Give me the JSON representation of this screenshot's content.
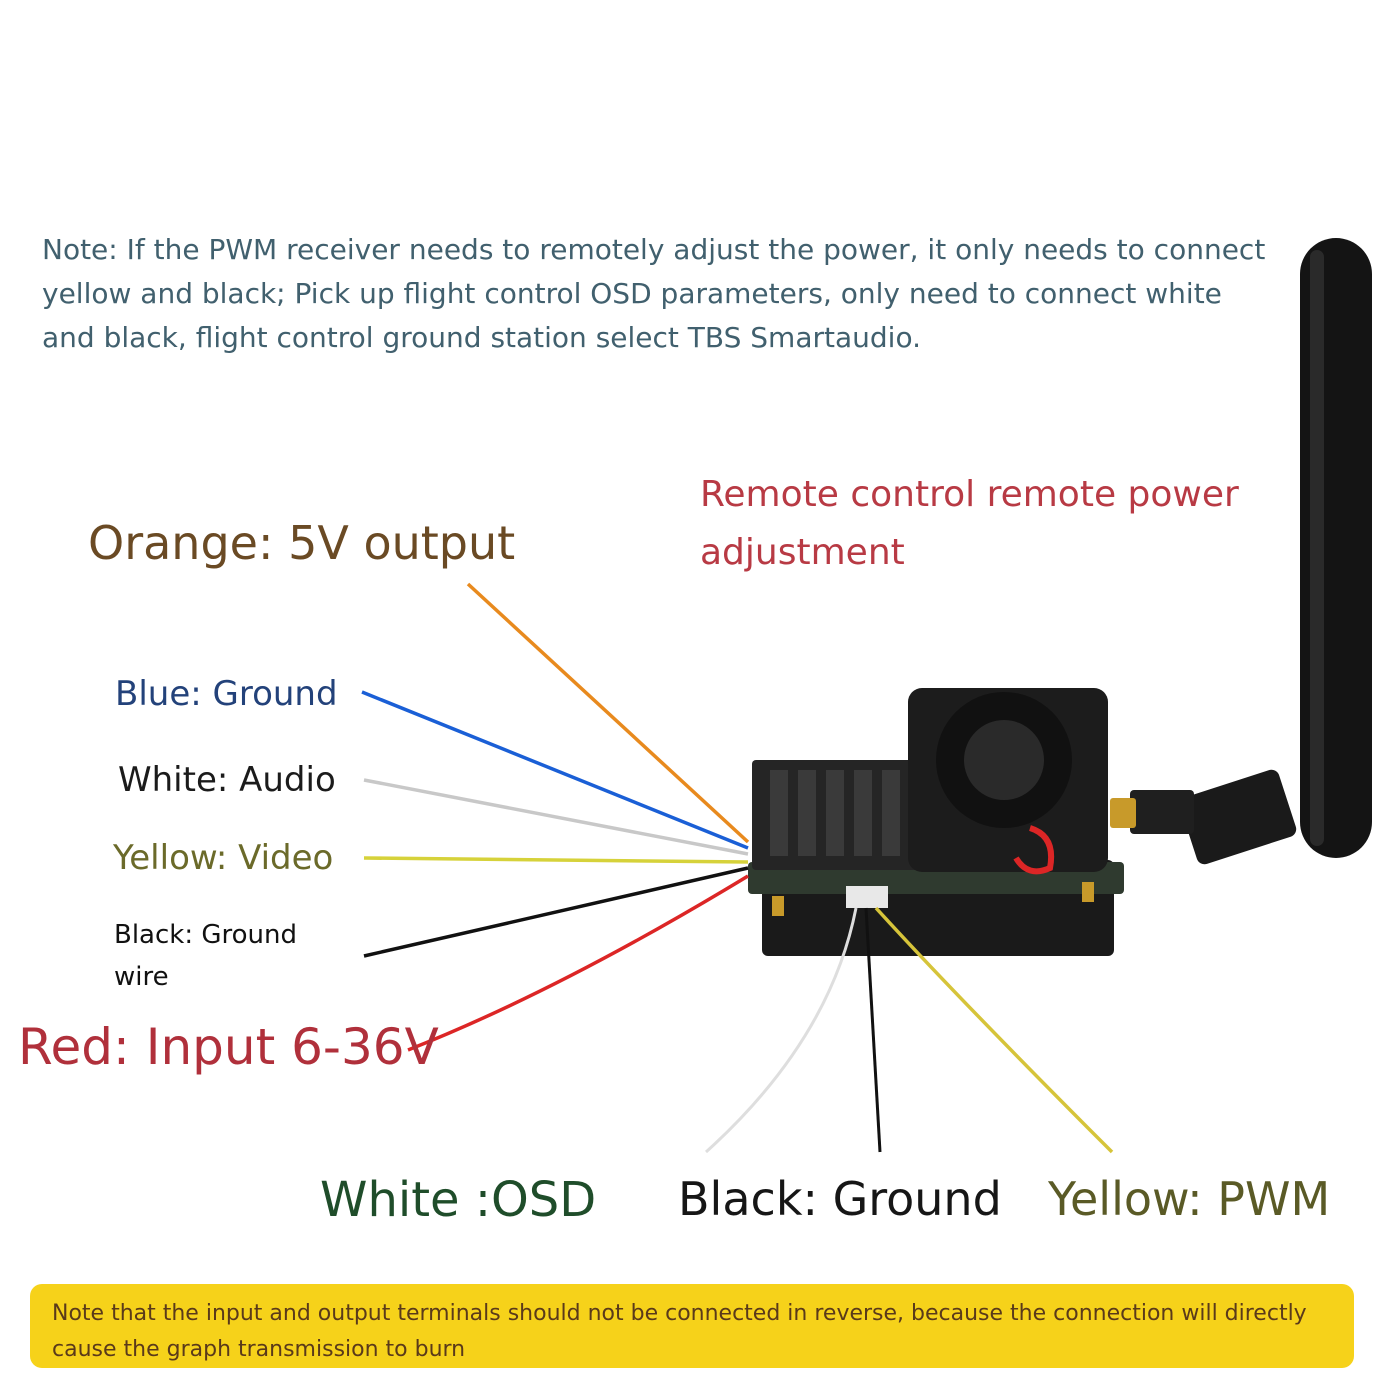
{
  "notes": {
    "top": "Note: If the PWM receiver needs to remotely adjust the power, it only needs to connect yellow and black; Pick up flight control OSD parameters, only need to connect white and black, flight control ground station select TBS Smartaudio.",
    "bottom": "Note that the input and output terminals should not be connected in reverse, because the connection will directly cause the graph transmission to burn"
  },
  "labels": {
    "remote": "Remote control remote power adjustment",
    "orange": "Orange: 5V output",
    "blue": "Blue: Ground",
    "white_audio": "White: Audio",
    "yellow_video": "Yellow: Video",
    "black_ground_wire": "Black: Ground wire",
    "red_input": "Red: Input 6-36V",
    "white_osd": "White :OSD",
    "black_ground": "Black: Ground",
    "yellow_pwm": "Yellow: PWM"
  },
  "colors": {
    "orange_wire": "#e88a1e",
    "blue_wire": "#1a5fd6",
    "white_wire": "#c8c8c8",
    "yellow_wire": "#d6d23a",
    "black_wire": "#111111",
    "red_wire": "#dc2626",
    "banner": "#f6d21a"
  }
}
